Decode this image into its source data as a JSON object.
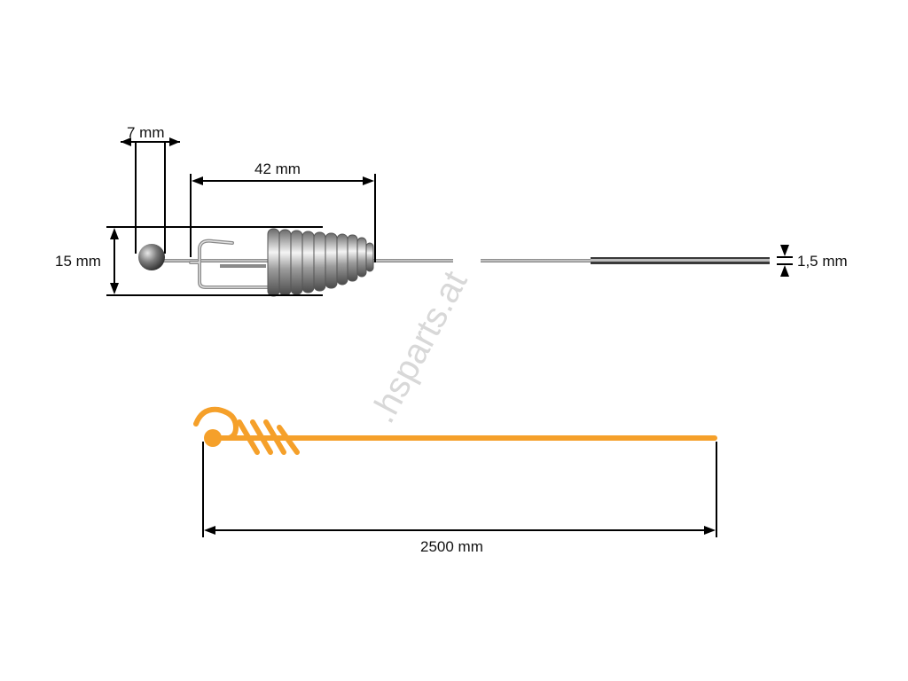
{
  "dimensions": {
    "ball_width": "7 mm",
    "spring_length": "42 mm",
    "height": "15 mm",
    "cable_diameter": "1,5 mm",
    "total_length": "2500 mm"
  },
  "watermark": ".hsparts.at",
  "colors": {
    "accent": "#f5a02a",
    "dimension_line": "#000000",
    "metal": "#9a9a9a",
    "watermark": "#d8d8d8"
  }
}
